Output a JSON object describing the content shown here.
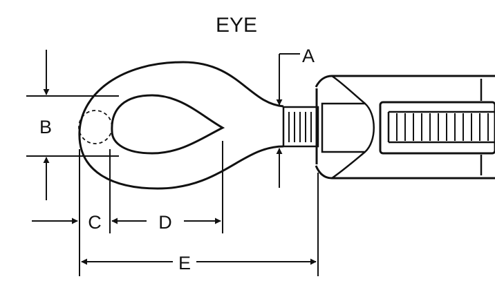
{
  "title": "EYE",
  "dimensions": {
    "a": "A",
    "b": "B",
    "c": "C",
    "d": "D",
    "e": "E"
  }
}
